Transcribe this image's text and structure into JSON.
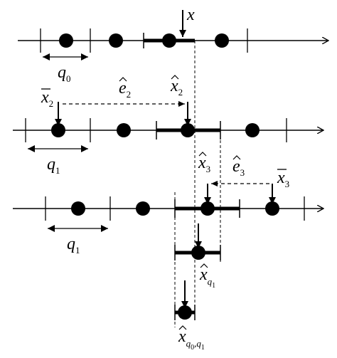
{
  "labels": {
    "x": "x",
    "q0": {
      "base": "q",
      "sub": "0"
    },
    "q1_row2": {
      "base": "q",
      "sub": "1"
    },
    "q1_row3": {
      "base": "q",
      "sub": "1"
    },
    "xbar2": {
      "base": "x",
      "sub": "2"
    },
    "e2": {
      "base": "e",
      "sub": "2"
    },
    "xhat2": {
      "base": "x",
      "sub": "2"
    },
    "xhat3": {
      "base": "x",
      "sub": "3"
    },
    "e3": {
      "base": "e",
      "sub": "3"
    },
    "xbar3": {
      "base": "x",
      "sub": "3"
    },
    "xhat_q1": {
      "base": "x",
      "sub": "q",
      "subsub": "1"
    },
    "xhat_q0q1": {
      "base": "x",
      "sub": "q",
      "subsub": "0",
      "sub_tail": ",q",
      "subsub_tail": "1"
    }
  },
  "colors": {
    "ink": "#000000",
    "background": "#ffffff"
  }
}
